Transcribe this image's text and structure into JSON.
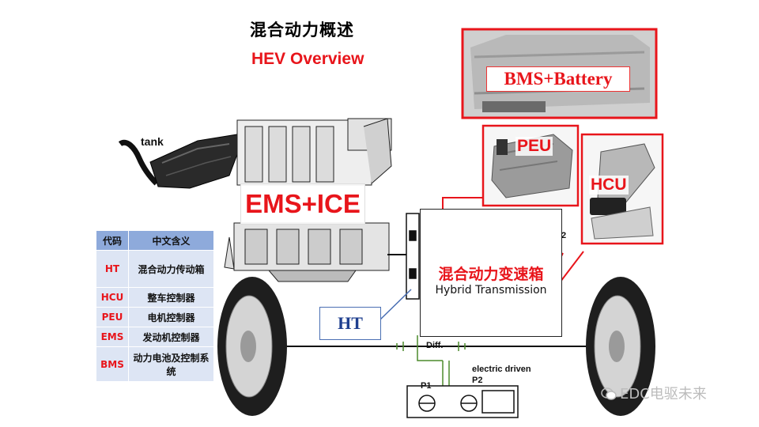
{
  "title": {
    "cn": "混合动力概述",
    "en": "HEV Overview"
  },
  "components": {
    "tank": "tank",
    "ems_ice": "EMS+ICE",
    "bms_battery": "BMS+Battery",
    "peu": "PEU",
    "hcu": "HCU",
    "ht": "HT"
  },
  "transmission": {
    "cn": "混合动力变速箱",
    "en": "Hybrid Transmission",
    "port_label": "2"
  },
  "drivetrain": {
    "diff": "Diff.",
    "electric_driven": "electric driven",
    "p2": "P2",
    "p1": "P1"
  },
  "legend": {
    "headers": [
      "代码",
      "中文含义"
    ],
    "rows": [
      {
        "code": "HT",
        "meaning": "混合动力传动箱"
      },
      {
        "code": "HCU",
        "meaning": "整车控制器"
      },
      {
        "code": "PEU",
        "meaning": "电机控制器"
      },
      {
        "code": "EMS",
        "meaning": "发动机控制器"
      },
      {
        "code": "BMS",
        "meaning": "动力电池及控制系统"
      }
    ]
  },
  "watermark": "EDC电驱未来",
  "colors": {
    "accent_red": "#e8151b",
    "legend_header": "#8eaadb",
    "legend_cell": "#dde5f4",
    "ht_blue": "#1f3f8f"
  }
}
